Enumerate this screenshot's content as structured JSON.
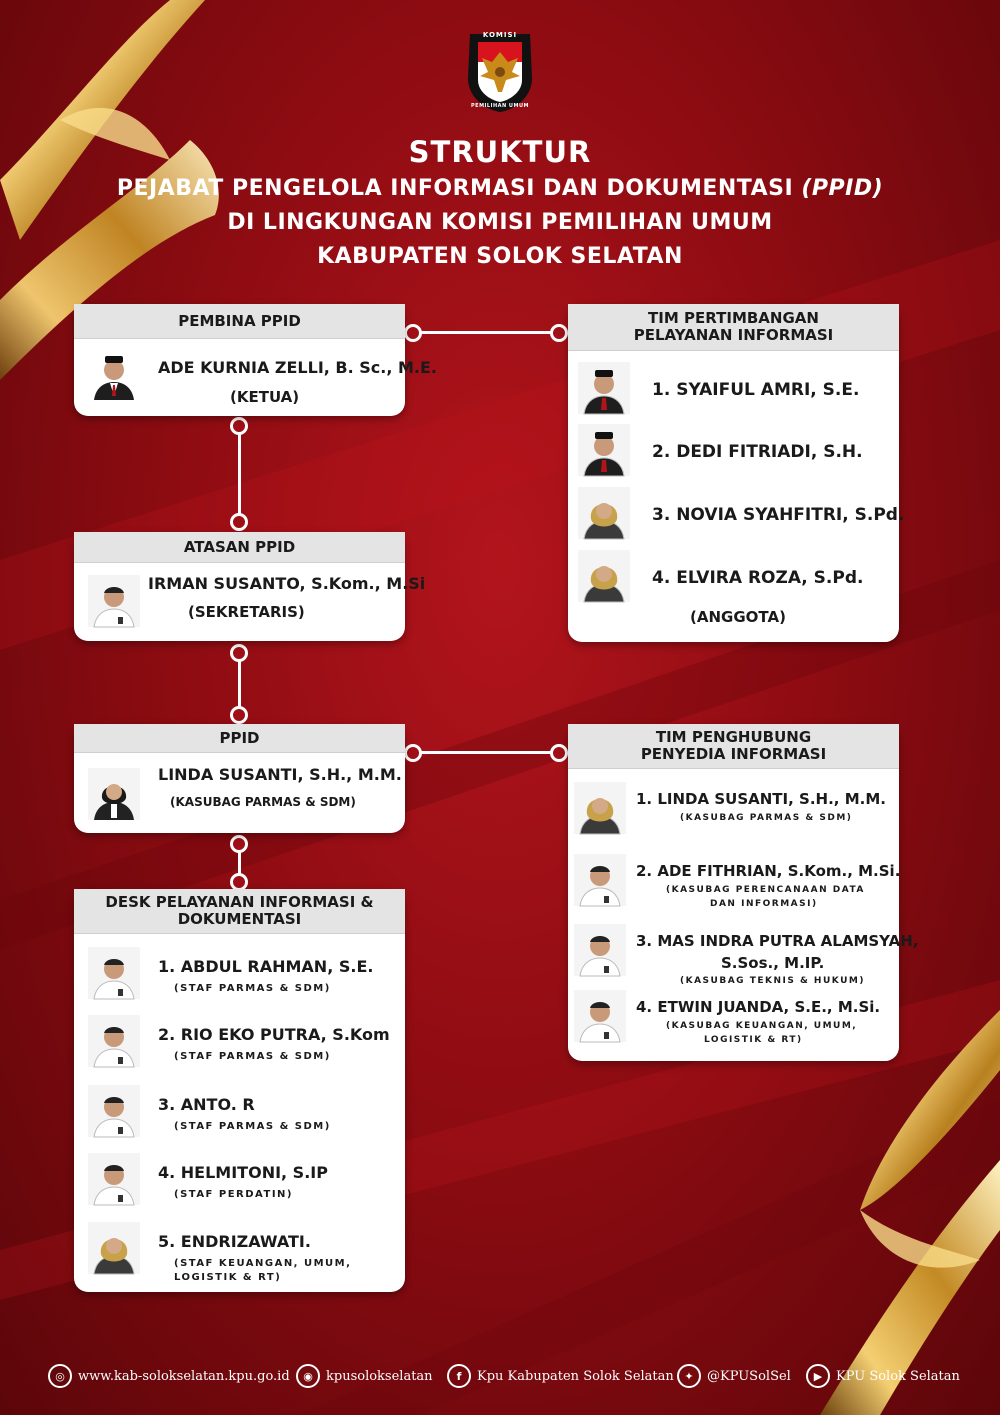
{
  "header": {
    "logo_text_top": "KOMISI",
    "logo_text_bottom": "PEMILIHAN UMUM",
    "title": "STRUKTUR",
    "line1_prefix": "PEJABAT PENGELOLA INFORMASI DAN DOKUMENTASI ",
    "line1_suffix": "(PPID)",
    "line2": "DI LINGKUNGAN KOMISI PEMILIHAN UMUM",
    "line3": "KABUPATEN SOLOK SELATAN"
  },
  "pembina": {
    "title": "PEMBINA PPID",
    "name": "ADE KURNIA ZELLI, B. Sc., M.E.",
    "role": "(KETUA)"
  },
  "atasan": {
    "title": "ATASAN PPID",
    "name": "IRMAN SUSANTO, S.Kom., M.Si",
    "role": "(SEKRETARIS)"
  },
  "ppid": {
    "title": "PPID",
    "name": "LINDA SUSANTI, S.H., M.M.",
    "role": "(KASUBAG PARMAS & SDM)"
  },
  "pertimbangan": {
    "title_line1": "TIM PERTIMBANGAN",
    "title_line2": "PELAYANAN INFORMASI",
    "members": [
      "1. SYAIFUL AMRI, S.E.",
      "2. DEDI FITRIADI, S.H.",
      "3. NOVIA SYAHFITRI, S.Pd.",
      "4. ELVIRA ROZA, S.Pd."
    ],
    "role": "(ANGGOTA)"
  },
  "penghubung": {
    "title_line1": "TIM PENGHUBUNG",
    "title_line2": "PENYEDIA INFORMASI",
    "members": [
      {
        "name": "1. LINDA SUSANTI, S.H., M.M.",
        "name2": "",
        "role": "(KASUBAG PARMAS & SDM)",
        "role2": ""
      },
      {
        "name": "2. ADE FITHRIAN, S.Kom., M.Si.",
        "name2": "",
        "role": "(KASUBAG PERENCANAAN DATA",
        "role2": "DAN INFORMASI)"
      },
      {
        "name": "3. MAS INDRA PUTRA ALAMSYAH,",
        "name2": "S.Sos., M.IP.",
        "role": "(KASUBAG TEKNIS & HUKUM)",
        "role2": ""
      },
      {
        "name": "4. ETWIN JUANDA, S.E., M.Si.",
        "name2": "",
        "role": "(KASUBAG KEUANGAN, UMUM,",
        "role2": "LOGISTIK & RT)"
      }
    ]
  },
  "desk": {
    "title_line1": "DESK PELAYANAN INFORMASI &",
    "title_line2": "DOKUMENTASI",
    "members": [
      {
        "name": "1. ABDUL RAHMAN, S.E.",
        "role": "(STAF PARMAS & SDM)",
        "role2": ""
      },
      {
        "name": "2. RIO EKO PUTRA, S.Kom",
        "role": "(STAF PARMAS & SDM)",
        "role2": ""
      },
      {
        "name": "3. ANTO. R",
        "role": "(STAF PARMAS & SDM)",
        "role2": ""
      },
      {
        "name": "4. HELMITONI, S.IP",
        "role": "(STAF PERDATIN)",
        "role2": ""
      },
      {
        "name": "5. ENDRIZAWATI.",
        "role": "(STAF   KEUANGAN,   UMUM,",
        "role2": "LOGISTIK & RT)"
      }
    ]
  },
  "footer": {
    "website": "www.kab-solokselatan.kpu.go.id",
    "instagram": "kpusolokselatan",
    "facebook": "Kpu Kabupaten Solok Selatan",
    "twitter": "@KPUSolSel",
    "youtube": "KPU Solok Selatan"
  },
  "colors": {
    "background": "#9e1017",
    "card": "#ffffff",
    "card_header": "#e4e4e4",
    "gold": "#d9a441"
  }
}
